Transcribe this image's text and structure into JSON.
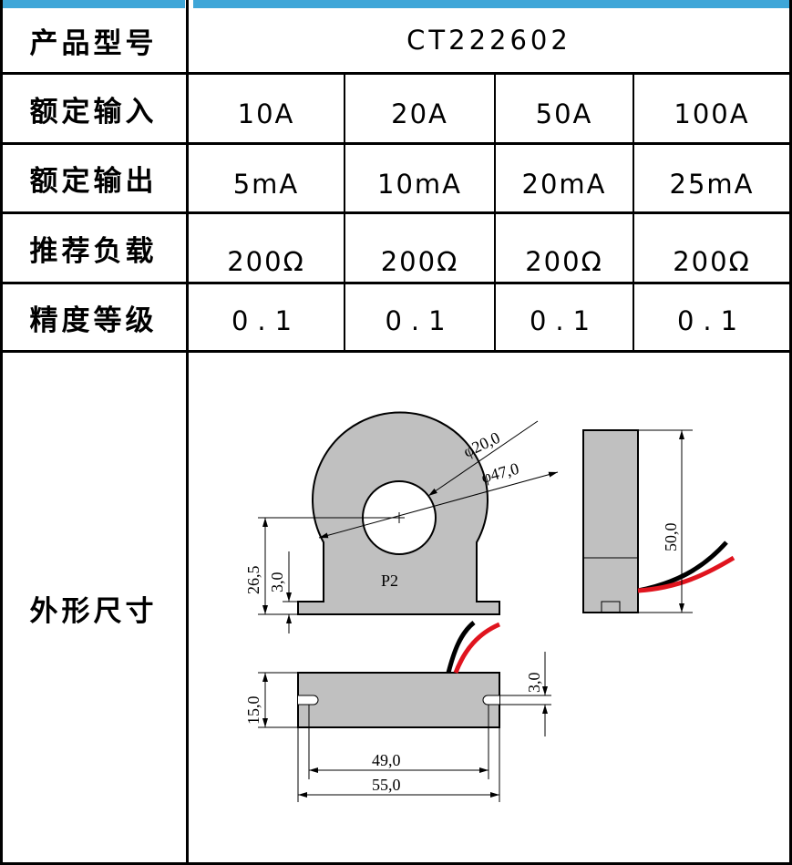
{
  "labels": {
    "model": "产品型号",
    "rated_input": "额定输入",
    "rated_output": "额定输出",
    "burden": "推荐负载",
    "accuracy": "精度等级",
    "dimensions": "外形尺寸"
  },
  "model": "CT222602",
  "rated_input": [
    "10A",
    "20A",
    "50A",
    "100A"
  ],
  "rated_output": [
    "5mA",
    "10mA",
    "20mA",
    "25mA"
  ],
  "burden": [
    "200Ω",
    "200Ω",
    "200Ω",
    "200Ω"
  ],
  "accuracy": [
    "0.1",
    "0.1",
    "0.1",
    "0.1"
  ],
  "drawing": {
    "inner_dia": "φ20,0",
    "outer_dia": "φ47,0",
    "height_center": "26,5",
    "base_thk": "3,0",
    "label": "P2",
    "height": "50,0",
    "width_thk": "15,0",
    "slot": "3,0",
    "slot_span": "49,0",
    "length": "55,0"
  },
  "colors": {
    "header_bar": "#3fa6d8",
    "body": "#c0c0c0",
    "wire_red": "#e0141e"
  }
}
